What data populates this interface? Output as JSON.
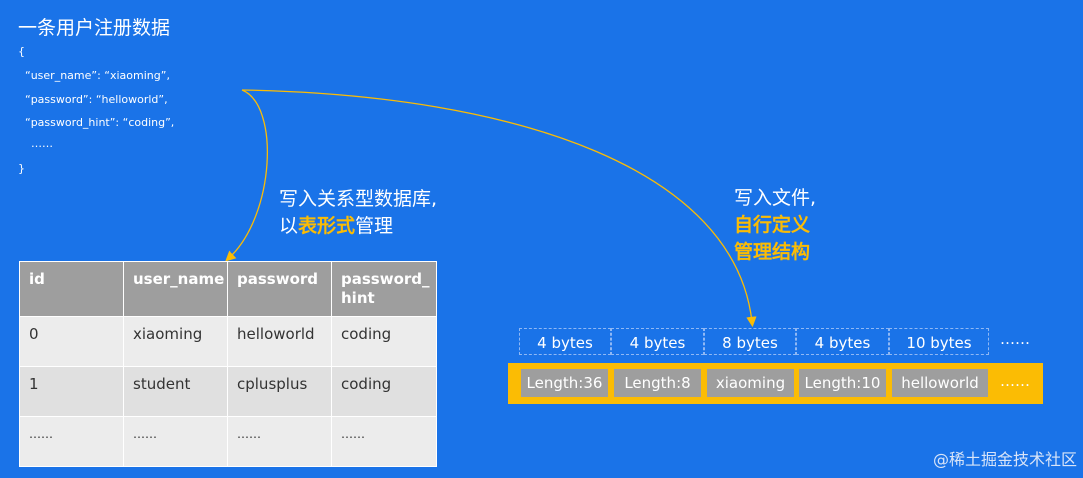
{
  "title": "一条用户注册数据",
  "json_snippet": {
    "open": "{",
    "lines": [
      "“user_name”: “xiaoming”,",
      "“password”: “helloworld”,",
      "“password_hint”: “coding”,",
      "……"
    ],
    "close": "}"
  },
  "note_relational": {
    "line1": "写入关系型数据库,",
    "line2_prefix": "以",
    "line2_highlight": "表形式",
    "line2_suffix": "管理"
  },
  "note_file": {
    "line1": "写入文件,",
    "line2": "自行定义",
    "line3": "管理结构"
  },
  "table": {
    "headers": [
      "id",
      "user_name",
      "password",
      "password_\nhint"
    ],
    "rows": [
      [
        "0",
        "xiaoming",
        "helloworld",
        "coding"
      ],
      [
        "1",
        "student",
        "cplusplus",
        "coding"
      ],
      [
        "……",
        "……",
        "……",
        "……"
      ]
    ]
  },
  "byte_sizes": [
    "4 bytes",
    "4 bytes",
    "8 bytes",
    "4 bytes",
    "10 bytes"
  ],
  "byte_more": "……",
  "fields": [
    "Length:36",
    "Length:8",
    "xiaoming",
    "Length:10",
    "helloworld"
  ],
  "fields_more": "……",
  "watermark": "@稀土掘金技术社区",
  "colors": {
    "background": "#1a73e8",
    "highlight": "#fbbc04",
    "header": "#9e9e9e",
    "cell": "#ececec"
  }
}
